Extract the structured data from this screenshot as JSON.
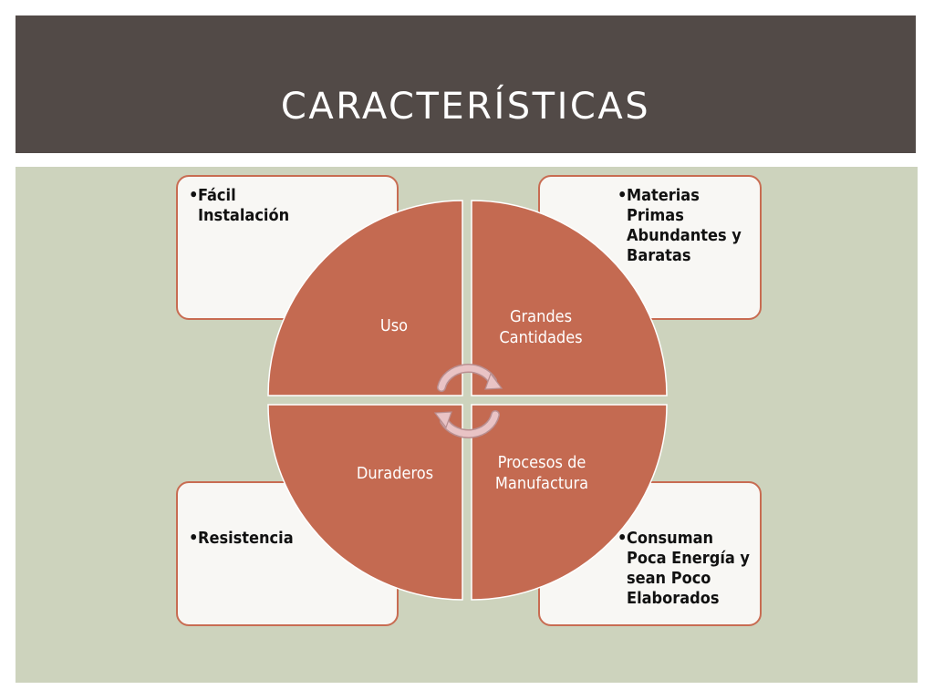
{
  "title": "CARACTERÍSTICAS",
  "colors": {
    "title_bar": "#524a47",
    "background": "#cdd3bd",
    "quadrant_fill": "#c46a51",
    "box_border": "#c86c52",
    "box_fill": "#f8f7f4",
    "arrow": "#e9c3c5"
  },
  "quadrants": {
    "top_left": "Uso",
    "top_right": "Grandes Cantidades",
    "bottom_left": "Duraderos",
    "bottom_right": "Procesos de Manufactura"
  },
  "boxes": {
    "top_left": {
      "bullet": "•",
      "text": "Fácil Instalación"
    },
    "top_right": {
      "bullet": "•",
      "text": "Materias Primas Abundantes y Baratas"
    },
    "bottom_left": {
      "bullet": "•",
      "text": "Resistencia"
    },
    "bottom_right": {
      "bullet": "•",
      "text": "Consuman Poca Energía y sean Poco Elaborados"
    }
  },
  "center_icon": "cycle-arrows-icon"
}
